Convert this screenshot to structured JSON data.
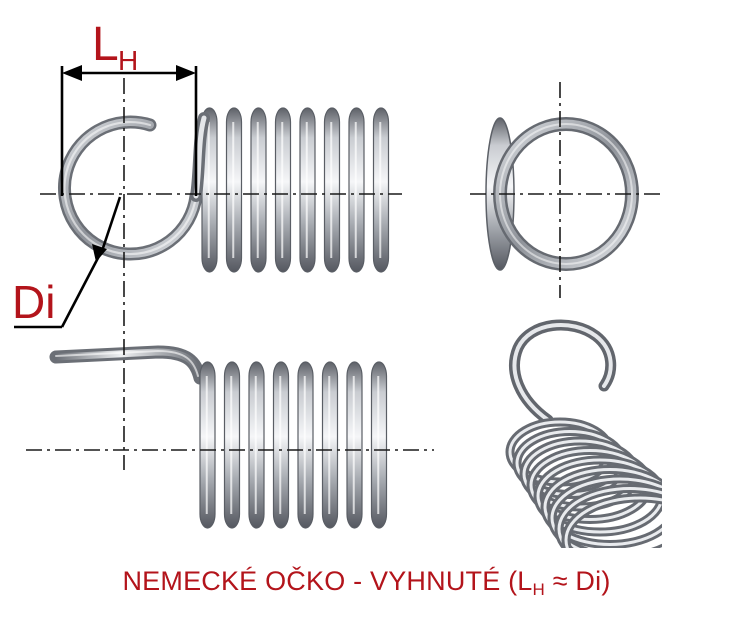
{
  "dimension_labels": {
    "hook_length_main": "L",
    "hook_length_sub": "H",
    "inner_diameter": "Di"
  },
  "caption": {
    "prefix": "NEMECKÉ OČKO - VYHNUTÉ (L",
    "sub": "H",
    "suffix": " ≈ Di)"
  },
  "colors": {
    "label_red": "#b3141b",
    "steel_dark": "#6f737a",
    "steel_light": "#f4f5f7",
    "centerline": "#1a1a1a"
  }
}
